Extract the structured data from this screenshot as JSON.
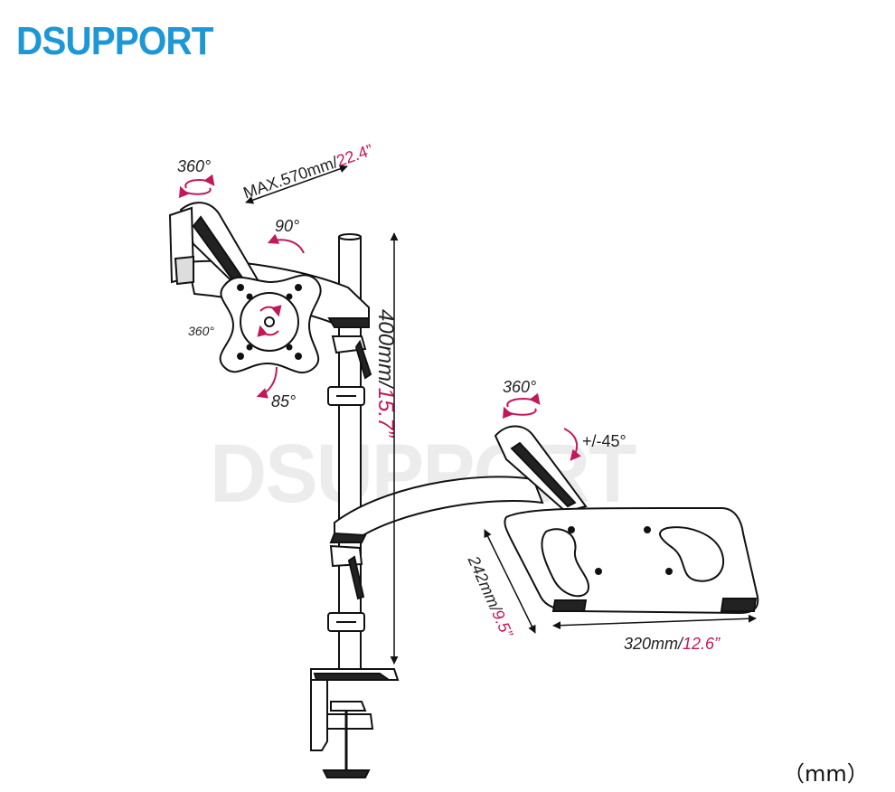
{
  "brand": {
    "logo_text": "DSUPPORT",
    "watermark_text": "DSUPPORT",
    "logo_color": "#1d97d6",
    "accent_color": "#c2185b"
  },
  "labels": {
    "arm_reach_prefix": "MAX.570mm/",
    "arm_reach_inch": "22.4”",
    "top_swivel": "360°",
    "monitor_tilt_up": "90°",
    "monitor_rotate": "360°",
    "monitor_tilt_down": "85°",
    "pole_height_prefix": "400mm/",
    "pole_height_inch": "15.7”",
    "laptop_swivel": "360°",
    "laptop_tilt": "+/-45°",
    "tray_depth_prefix": "242mm/",
    "tray_depth_inch": "9.5”",
    "tray_width_prefix": "320mm/",
    "tray_width_inch": "12.6”"
  },
  "units_note": "（mm）"
}
